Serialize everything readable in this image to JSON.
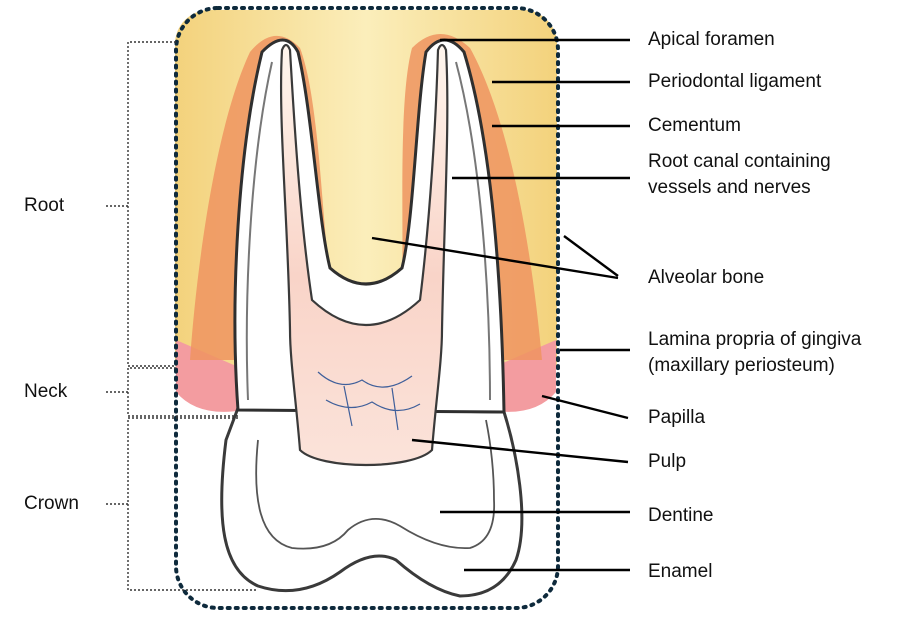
{
  "regions": {
    "root": "Root",
    "neck": "Neck",
    "crown": "Crown"
  },
  "labels": {
    "apical_foramen": "Apical foramen",
    "periodontal_ligament": "Periodontal ligament",
    "cementum": "Cementum",
    "root_canal_line1": "Root canal containing",
    "root_canal_line2": "vessels and nerves",
    "alveolar_bone": "Alveolar bone",
    "lamina_line1": "Lamina propria of gingiva",
    "lamina_line2": "(maxillary periosteum)",
    "papilla": "Papilla",
    "pulp": "Pulp",
    "dentine": "Dentine",
    "enamel": "Enamel"
  },
  "colors": {
    "bone": "#f6dc8e",
    "bone_light": "#fbf0c4",
    "ligament": "#ee9460",
    "cementum": "#f2f2f2",
    "gum": "#f08a8e",
    "pulp": "#f8d8c8",
    "outline": "#3a3a3a",
    "frame": "#0e2a3c"
  }
}
